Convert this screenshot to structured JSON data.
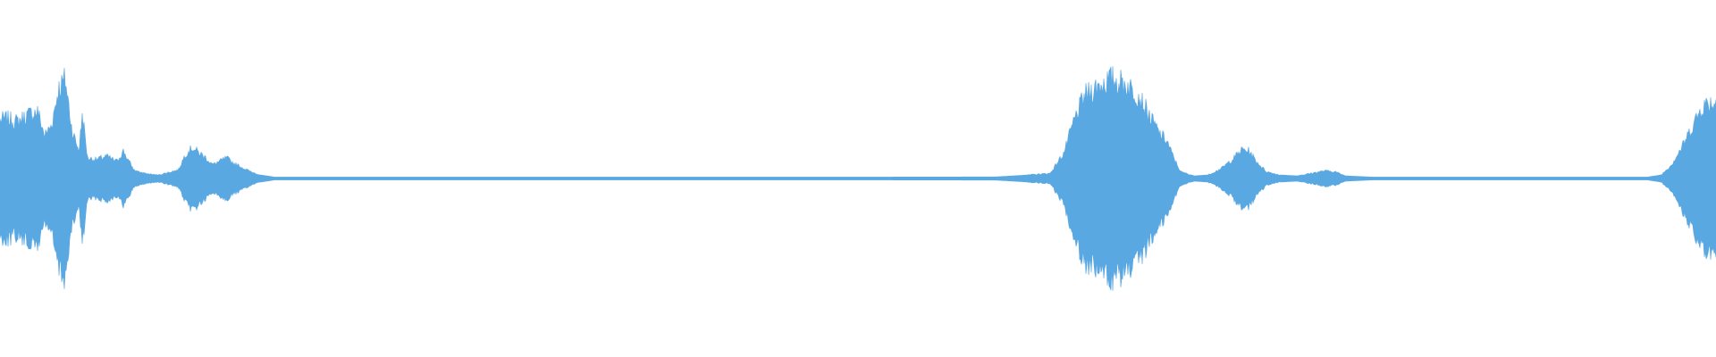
{
  "waveform": {
    "color": "#5aa8e2",
    "envelope": [
      [
        0.0,
        0.34
      ],
      [
        0.004,
        0.35
      ],
      [
        0.01,
        0.33
      ],
      [
        0.016,
        0.37
      ],
      [
        0.022,
        0.39
      ],
      [
        0.026,
        0.25
      ],
      [
        0.03,
        0.31
      ],
      [
        0.034,
        0.52
      ],
      [
        0.038,
        0.58
      ],
      [
        0.042,
        0.28
      ],
      [
        0.046,
        0.16
      ],
      [
        0.048,
        0.38
      ],
      [
        0.051,
        0.12
      ],
      [
        0.056,
        0.11
      ],
      [
        0.062,
        0.13
      ],
      [
        0.068,
        0.1
      ],
      [
        0.072,
        0.16
      ],
      [
        0.074,
        0.12
      ],
      [
        0.078,
        0.05
      ],
      [
        0.084,
        0.03
      ],
      [
        0.092,
        0.02
      ],
      [
        0.1,
        0.04
      ],
      [
        0.104,
        0.05
      ],
      [
        0.108,
        0.14
      ],
      [
        0.112,
        0.18
      ],
      [
        0.116,
        0.15
      ],
      [
        0.12,
        0.12
      ],
      [
        0.124,
        0.08
      ],
      [
        0.128,
        0.1
      ],
      [
        0.132,
        0.12
      ],
      [
        0.136,
        0.09
      ],
      [
        0.14,
        0.07
      ],
      [
        0.146,
        0.04
      ],
      [
        0.152,
        0.02
      ],
      [
        0.16,
        0.008
      ],
      [
        0.5,
        0.008
      ],
      [
        0.58,
        0.009
      ],
      [
        0.596,
        0.018
      ],
      [
        0.612,
        0.03
      ],
      [
        0.62,
        0.15
      ],
      [
        0.626,
        0.34
      ],
      [
        0.632,
        0.48
      ],
      [
        0.64,
        0.54
      ],
      [
        0.648,
        0.58
      ],
      [
        0.656,
        0.55
      ],
      [
        0.664,
        0.48
      ],
      [
        0.67,
        0.36
      ],
      [
        0.676,
        0.26
      ],
      [
        0.68,
        0.22
      ],
      [
        0.684,
        0.12
      ],
      [
        0.688,
        0.04
      ],
      [
        0.696,
        0.015
      ],
      [
        0.704,
        0.02
      ],
      [
        0.712,
        0.06
      ],
      [
        0.718,
        0.11
      ],
      [
        0.724,
        0.17
      ],
      [
        0.728,
        0.16
      ],
      [
        0.732,
        0.1
      ],
      [
        0.738,
        0.04
      ],
      [
        0.746,
        0.02
      ],
      [
        0.756,
        0.015
      ],
      [
        0.764,
        0.03
      ],
      [
        0.772,
        0.045
      ],
      [
        0.778,
        0.04
      ],
      [
        0.784,
        0.015
      ],
      [
        0.8,
        0.008
      ],
      [
        0.96,
        0.008
      ],
      [
        0.968,
        0.02
      ],
      [
        0.974,
        0.08
      ],
      [
        0.98,
        0.18
      ],
      [
        0.986,
        0.3
      ],
      [
        0.992,
        0.42
      ],
      [
        0.996,
        0.44
      ],
      [
        1.0,
        0.44
      ]
    ]
  }
}
